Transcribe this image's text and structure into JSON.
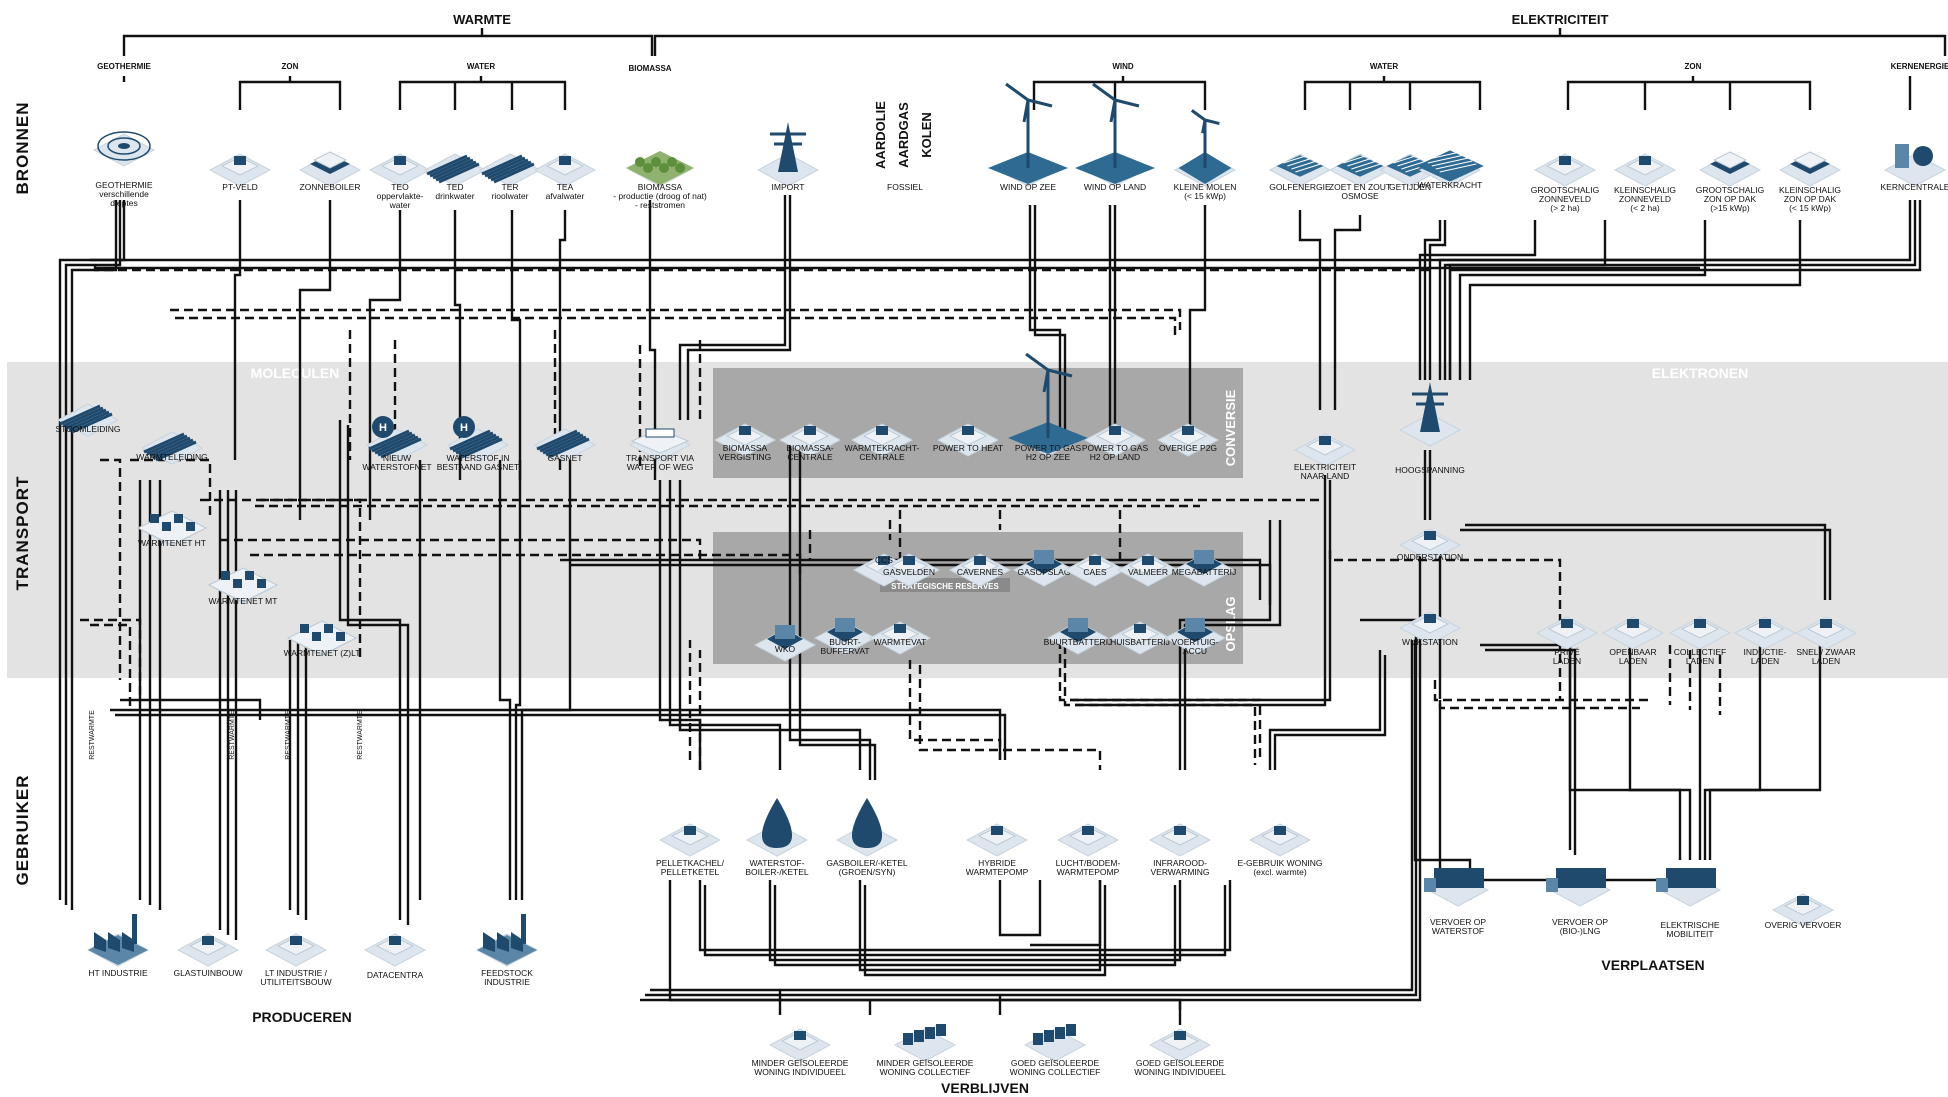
{
  "headers": {
    "warmte": "WARMTE",
    "elektriciteit": "ELEKTRICITEIT",
    "geothermie": "GEOTHERMIE",
    "zon_w": "ZON",
    "water_w": "WATER",
    "biomassa": "BIOMASSA",
    "wind": "WIND",
    "water_e": "WATER",
    "zon_e": "ZON",
    "kernenergie": "KERNENERGIE"
  },
  "side_labels": {
    "bronnen": "BRONNEN",
    "transport": "TRANSPORT",
    "gebruiker": "GEBRUIKER"
  },
  "band_labels": {
    "moleculen": "MOLECULEN",
    "elektronen": "ELEKTRONEN"
  },
  "box_titles": {
    "conversie": "CONVERSIE",
    "opslag": "OPSLAG",
    "strategische_reserves": "STRATEGISCHE RESERVES"
  },
  "fossil_title": [
    "AARDOLIE",
    "AARDGAS",
    "KOLEN"
  ],
  "group_labels": {
    "produceren": "PRODUCEREN",
    "verblijven": "VERBLIJVEN",
    "verplaatsen": "VERPLAATSEN"
  },
  "restwarmte_label": "RESTWARMTE",
  "sources": [
    {
      "id": "geothermie",
      "icon": "geothermal-well-icon",
      "lines": [
        "GEOTHERMIE",
        "verschillende",
        "dieptes"
      ]
    },
    {
      "id": "pt-veld",
      "icon": "pt-field-icon",
      "lines": [
        "PT-VELD"
      ]
    },
    {
      "id": "zonneboiler",
      "icon": "solar-boiler-icon",
      "lines": [
        "ZONNEBOILER"
      ]
    },
    {
      "id": "teo",
      "icon": "surface-water-icon",
      "lines": [
        "TEO",
        "oppervlakte-",
        "water"
      ]
    },
    {
      "id": "ted",
      "icon": "drinking-water-pipe-icon",
      "lines": [
        "TED",
        "drinkwater"
      ]
    },
    {
      "id": "ter",
      "icon": "sewage-pipe-icon",
      "lines": [
        "TER",
        "rioolwater"
      ]
    },
    {
      "id": "tea",
      "icon": "waste-water-icon",
      "lines": [
        "TEA",
        "afvalwater"
      ]
    },
    {
      "id": "biomassa",
      "icon": "forest-icon",
      "lines": [
        "BIOMASSA",
        "- productie (droog of nat)",
        "- reststromen"
      ]
    },
    {
      "id": "import",
      "icon": "pylon-ship-icon",
      "lines": [
        "IMPORT"
      ]
    },
    {
      "id": "fossiel",
      "icon": "fossil-icon",
      "lines": [
        "FOSSIEL"
      ]
    },
    {
      "id": "wind-op-zee",
      "icon": "offshore-wind-icon",
      "lines": [
        "WIND OP ZEE"
      ]
    },
    {
      "id": "wind-op-land",
      "icon": "onshore-wind-icon",
      "lines": [
        "WIND OP LAND"
      ]
    },
    {
      "id": "kleine-molen",
      "icon": "small-windmill-icon",
      "lines": [
        "KLEINE MOLEN",
        "(< 15 kWp)"
      ]
    },
    {
      "id": "golfenergie",
      "icon": "wave-energy-icon",
      "lines": [
        "GOLFENERGIE"
      ]
    },
    {
      "id": "zoet-zout",
      "icon": "osmosis-icon",
      "lines": [
        "ZOET EN ZOUT",
        "OSMOSE"
      ]
    },
    {
      "id": "getijden",
      "icon": "tidal-icon",
      "lines": [
        "GETIJDEN"
      ]
    },
    {
      "id": "waterkracht",
      "icon": "hydro-power-icon",
      "lines": [
        "WATERKRACHT"
      ]
    },
    {
      "id": "gs-zonneveld",
      "icon": "large-solar-field-icon",
      "lines": [
        "GROOTSCHALIG",
        "ZONNEVELD",
        "(> 2 ha)"
      ]
    },
    {
      "id": "ks-zonneveld",
      "icon": "small-solar-field-icon",
      "lines": [
        "KLEINSCHALIG",
        "ZONNEVELD",
        "(< 2 ha)"
      ]
    },
    {
      "id": "gs-zon-dak",
      "icon": "large-rooftop-solar-icon",
      "lines": [
        "GROOTSCHALIG",
        "ZON OP DAK",
        "(>15 kWp)"
      ]
    },
    {
      "id": "ks-zon-dak",
      "icon": "small-rooftop-solar-icon",
      "lines": [
        "KLEINSCHALIG",
        "ZON OP DAK",
        "(< 15 kWp)"
      ]
    },
    {
      "id": "kerncentrale",
      "icon": "nuclear-plant-icon",
      "lines": [
        "KERNCENTRALE"
      ]
    }
  ],
  "transport": [
    {
      "id": "stoomleiding",
      "icon": "steam-pipe-icon",
      "lines": [
        "STOOMLEIDING"
      ]
    },
    {
      "id": "warmteleiding",
      "icon": "heat-pipe-icon",
      "lines": [
        "WARMTELEIDING"
      ]
    },
    {
      "id": "warmtenet-ht",
      "icon": "heat-network-icon",
      "lines": [
        "WARMTENET HT"
      ]
    },
    {
      "id": "warmtenet-mt",
      "icon": "heat-network-icon",
      "lines": [
        "WARMTENET MT"
      ]
    },
    {
      "id": "warmtenet-zlt",
      "icon": "heat-network-icon",
      "lines": [
        "WARMTENET (Z)LT"
      ]
    },
    {
      "id": "nieuw-waterstofnet",
      "icon": "hydrogen-pipe-icon",
      "lines": [
        "NIEUW",
        "WATERSTOFNET"
      ]
    },
    {
      "id": "waterstof-gasnet",
      "icon": "hydrogen-pipe-icon",
      "lines": [
        "WATERSTOF IN",
        "BESTAAND GASNET"
      ]
    },
    {
      "id": "gasnet",
      "icon": "gas-pipe-icon",
      "lines": [
        "GASNET"
      ]
    },
    {
      "id": "transport-water-weg",
      "icon": "ship-truck-icon",
      "lines": [
        "TRANSPORT VIA",
        "WATER OF WEG"
      ]
    },
    {
      "id": "elektriciteit-land",
      "icon": "cable-landing-icon",
      "lines": [
        "ELEKTRICITEIT",
        "NAAR LAND"
      ]
    },
    {
      "id": "hoogspanning",
      "icon": "high-voltage-pylon-icon",
      "lines": [
        "HOOGSPANNING"
      ]
    },
    {
      "id": "onderstation",
      "icon": "substation-icon",
      "lines": [
        "ONDERSTATION"
      ]
    },
    {
      "id": "wijkstation",
      "icon": "district-station-icon",
      "lines": [
        "WIJKSTATION"
      ]
    }
  ],
  "conversie": [
    {
      "id": "biomassa-vergisting",
      "icon": "digester-icon",
      "lines": [
        "BIOMASSA",
        "VERGISTING"
      ]
    },
    {
      "id": "biomassa-centrale",
      "icon": "biomass-plant-icon",
      "lines": [
        "BIOMASSA-",
        "CENTRALE"
      ]
    },
    {
      "id": "wkc",
      "icon": "chp-plant-icon",
      "lines": [
        "WARMTEKRACHT-",
        "CENTRALE"
      ]
    },
    {
      "id": "power-to-heat",
      "icon": "power-to-heat-icon",
      "lines": [
        "POWER TO HEAT"
      ]
    },
    {
      "id": "p2g-zee",
      "icon": "power-to-gas-sea-icon",
      "lines": [
        "POWER TO GAS",
        "H2 OP ZEE"
      ]
    },
    {
      "id": "p2g-land",
      "icon": "power-to-gas-land-icon",
      "lines": [
        "POWER TO GAS",
        "H2 OP LAND"
      ]
    },
    {
      "id": "overige-p2g",
      "icon": "power-to-gas-other-icon",
      "lines": [
        "OVERIGE P2G"
      ]
    }
  ],
  "opslag": [
    {
      "id": "ccs",
      "icon": "ccs-icon",
      "lines": [
        "CCS"
      ]
    },
    {
      "id": "gasvelden",
      "icon": "gas-field-icon",
      "lines": [
        "GASVELDEN"
      ]
    },
    {
      "id": "cavernes",
      "icon": "cavern-icon",
      "lines": [
        "CAVERNES"
      ]
    },
    {
      "id": "gasopslag",
      "icon": "gas-storage-icon",
      "lines": [
        "GASOPSLAG"
      ]
    },
    {
      "id": "caes",
      "icon": "caes-icon",
      "lines": [
        "CAES"
      ]
    },
    {
      "id": "valmeer",
      "icon": "reservoir-icon",
      "lines": [
        "VALMEER"
      ]
    },
    {
      "id": "megabatterij",
      "icon": "mega-battery-icon",
      "lines": [
        "MEGABATTERIJ"
      ]
    },
    {
      "id": "wko",
      "icon": "aquifer-storage-icon",
      "lines": [
        "WKO"
      ]
    },
    {
      "id": "buurtbuffervat",
      "icon": "buffer-tank-icon",
      "lines": [
        "BUURT-",
        "BUFFERVAT"
      ]
    },
    {
      "id": "warmtevat",
      "icon": "heat-tank-icon",
      "lines": [
        "WARMTEVAT"
      ]
    },
    {
      "id": "buurtbatterij",
      "icon": "neighbourhood-battery-icon",
      "lines": [
        "BUURTBATTERIJ"
      ]
    },
    {
      "id": "huisbatterij",
      "icon": "home-battery-icon",
      "lines": [
        "HUISBATTERIJ"
      ]
    },
    {
      "id": "voertuigaccu",
      "icon": "vehicle-battery-icon",
      "lines": [
        "VOERTUIG-",
        "ACCU"
      ]
    }
  ],
  "laden": [
    {
      "id": "prive",
      "icon": "private-charger-icon",
      "lines": [
        "PRIVÉ",
        "LADEN"
      ]
    },
    {
      "id": "openbaar",
      "icon": "public-charger-icon",
      "lines": [
        "OPENBAAR",
        "LADEN"
      ]
    },
    {
      "id": "collectief",
      "icon": "collective-charger-icon",
      "lines": [
        "COLLECTIEF",
        "LADEN"
      ]
    },
    {
      "id": "inductie",
      "icon": "induction-charger-icon",
      "lines": [
        "INDUCTIE-",
        "LADEN"
      ]
    },
    {
      "id": "snel",
      "icon": "fast-charger-icon",
      "lines": [
        "SNEL / ZWAAR",
        "LADEN"
      ]
    }
  ],
  "apparaten": [
    {
      "id": "pelletkachel",
      "icon": "pellet-stove-icon",
      "lines": [
        "PELLETKACHEL/",
        "PELLETKETEL"
      ]
    },
    {
      "id": "waterstofboiler",
      "icon": "hydrogen-drop-icon",
      "lines": [
        "WATERSTOF-",
        "BOILER-/KETEL"
      ]
    },
    {
      "id": "gasboiler",
      "icon": "recycle-drop-icon",
      "lines": [
        "GASBOILER/-KETEL",
        "(GROEN/SYN)"
      ]
    },
    {
      "id": "hybride-wp",
      "icon": "hybrid-heatpump-icon",
      "lines": [
        "HYBRIDE",
        "WARMTEPOMP"
      ]
    },
    {
      "id": "lucht-bodem-wp",
      "icon": "heatpump-icon",
      "lines": [
        "LUCHT/BODEM-",
        "WARMTEPOMP"
      ]
    },
    {
      "id": "infrarood",
      "icon": "infrared-heater-icon",
      "lines": [
        "INFRAROOD-",
        "VERWARMING"
      ]
    },
    {
      "id": "e-gebruik",
      "icon": "house-electricity-icon",
      "lines": [
        "E-GEBRUIK WONING",
        "(excl. warmte)"
      ]
    }
  ],
  "produceren": [
    {
      "id": "ht-industrie",
      "icon": "factory-icon",
      "lines": [
        "HT INDUSTRIE"
      ]
    },
    {
      "id": "glastuinbouw",
      "icon": "greenhouse-icon",
      "lines": [
        "GLASTUINBOUW"
      ]
    },
    {
      "id": "lt-industrie",
      "icon": "utility-building-icon",
      "lines": [
        "LT INDUSTRIE /",
        "UTILITEITSBOUW"
      ]
    },
    {
      "id": "datacentra",
      "icon": "datacenter-icon",
      "lines": [
        "DATACENTRA"
      ]
    },
    {
      "id": "feedstock",
      "icon": "feedstock-factory-icon",
      "lines": [
        "FEEDSTOCK",
        "INDUSTRIE"
      ]
    }
  ],
  "verblijven": [
    {
      "id": "minder-ind",
      "icon": "house-icon",
      "lines": [
        "MINDER GEÏSOLEERDE",
        "WONING INDIVIDUEEL"
      ]
    },
    {
      "id": "minder-coll",
      "icon": "row-houses-icon",
      "lines": [
        "MINDER GEÏSOLEERDE",
        "WONING COLLECTIEF"
      ]
    },
    {
      "id": "goed-coll",
      "icon": "row-houses-icon",
      "lines": [
        "GOED GEÏSOLEERDE",
        "WONING COLLECTIEF"
      ]
    },
    {
      "id": "goed-ind",
      "icon": "house-icon",
      "lines": [
        "GOED GEÏSOLEERDE",
        "WONING INDIVIDUEEL"
      ]
    }
  ],
  "verplaatsen": [
    {
      "id": "vervoer-h2",
      "icon": "hydrogen-truck-icon",
      "lines": [
        "VERVOER OP",
        "WATERSTOF"
      ]
    },
    {
      "id": "vervoer-bio",
      "icon": "lng-truck-icon",
      "lines": [
        "VERVOER OP",
        "(BIO-)LNG"
      ]
    },
    {
      "id": "e-mobiliteit",
      "icon": "electric-vehicle-icon",
      "lines": [
        "ELEKTRISCHE",
        "MOBILITEIT"
      ]
    },
    {
      "id": "overig",
      "icon": "other-transport-icon",
      "lines": [
        "OVERIG VERVOER"
      ]
    }
  ],
  "colors": {
    "dark_blue": "#1f4a6e",
    "mid_blue": "#5b86a8",
    "light_tile": "#dde6ee",
    "band_gray": "#e3e3e3",
    "box_gray": "#9b9b9b",
    "line": "#111111"
  }
}
